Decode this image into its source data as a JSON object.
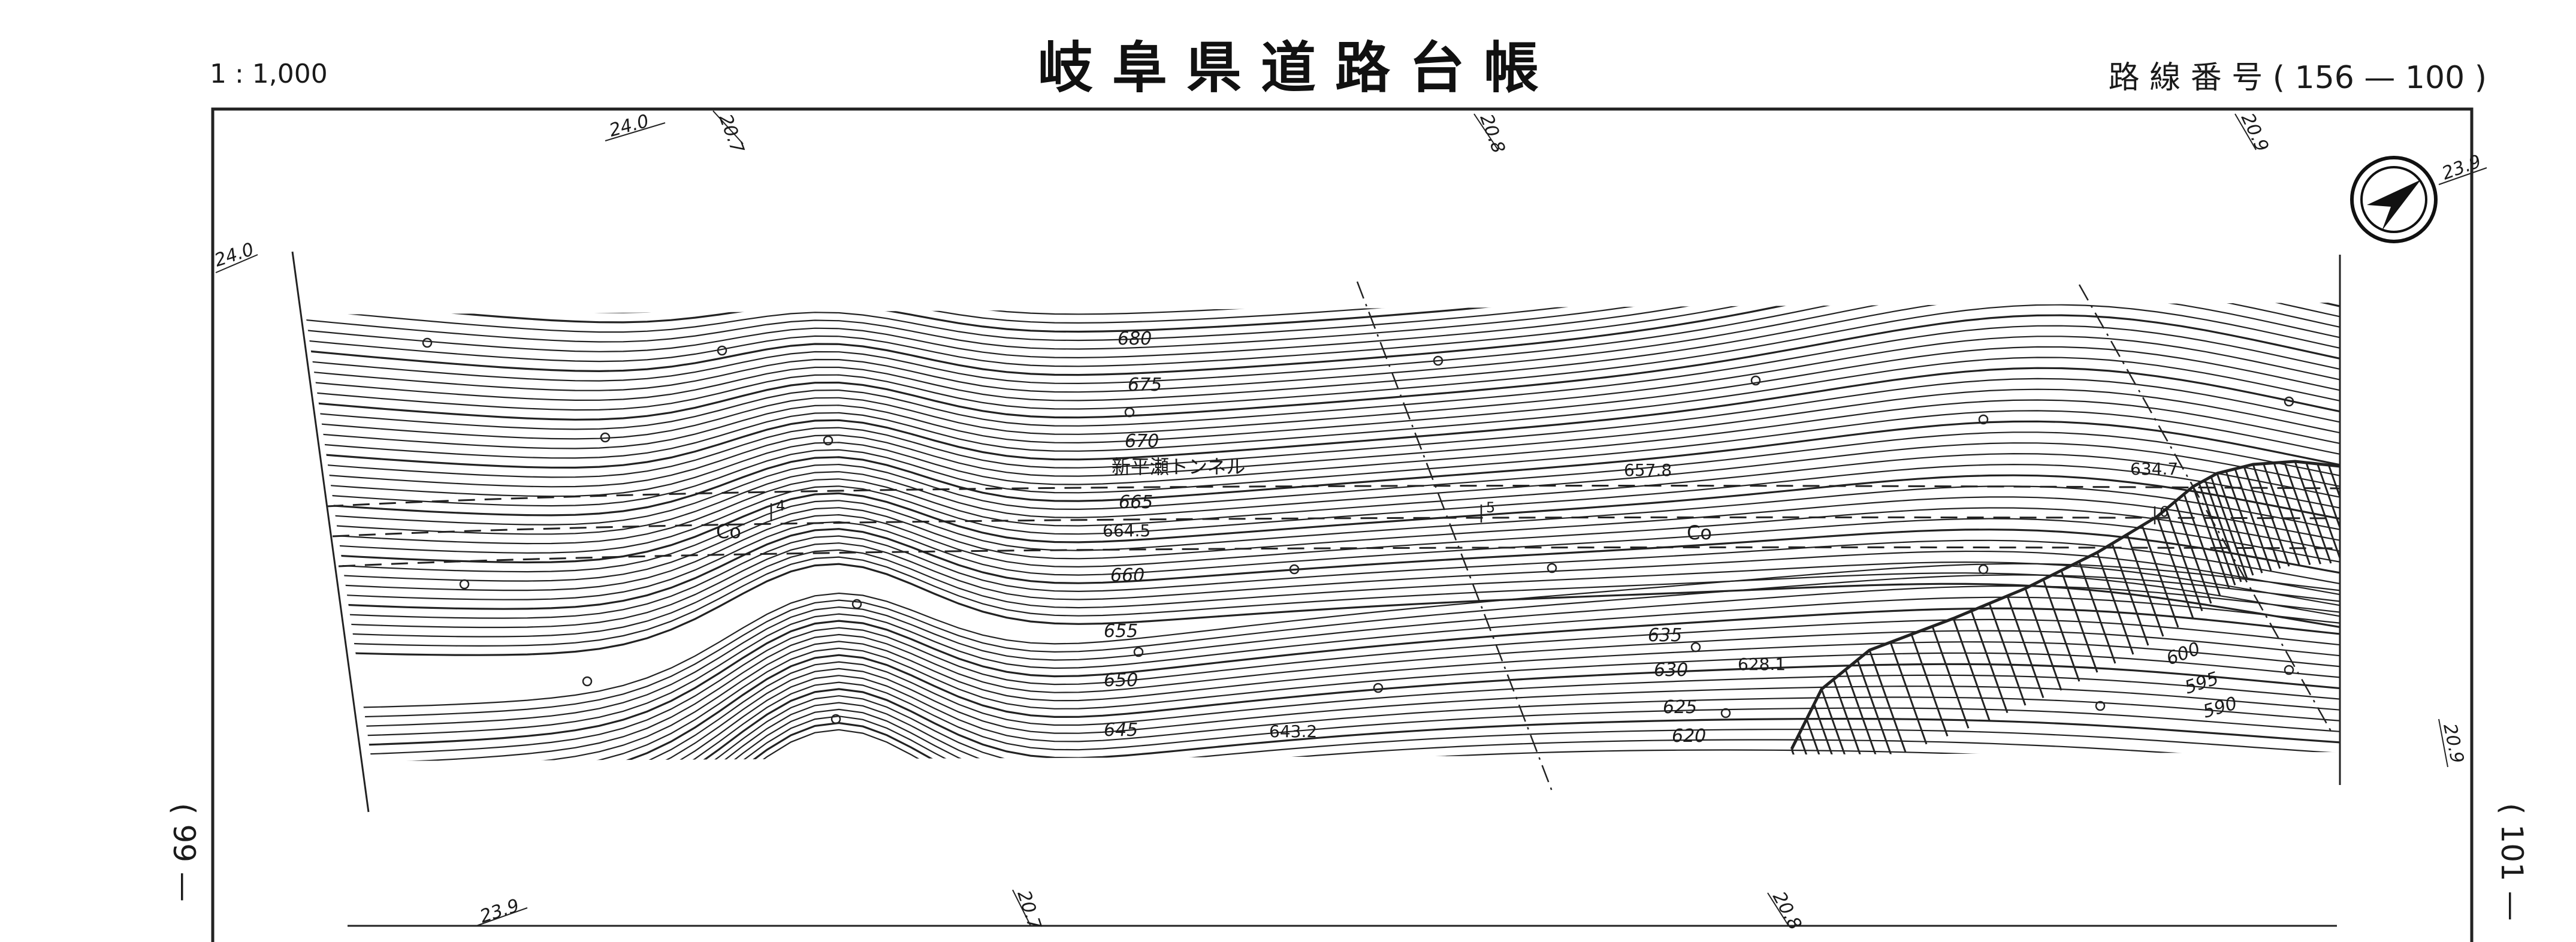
{
  "header": {
    "scale": "1 : 1,000",
    "title": "岐 阜 県 道 路 台 帳",
    "route_number": "路 線 番 号 ( 156 — 100 )"
  },
  "margin": {
    "left_page": "( 99 —",
    "right_page": "( 101 —"
  },
  "map": {
    "tunnel_name": "新平瀬トンネル",
    "pavement_labels": [
      "Co",
      "Co"
    ],
    "station_markers": [
      "4",
      "5",
      "6"
    ],
    "contour_labels": [
      "680",
      "675",
      "670",
      "665",
      "660",
      "655",
      "650",
      "645",
      "635",
      "630",
      "625",
      "620",
      "600",
      "595",
      "590"
    ],
    "spot_heights": [
      "657.8",
      "664.5",
      "643.2",
      "634.7",
      "628.1"
    ],
    "edge_measurements_top": [
      "24.0",
      "20.7",
      "20.8",
      "20.9",
      "23.9",
      "24.0"
    ],
    "edge_measurements_bottom": [
      "23.9",
      "20.7",
      "20.8",
      "20.9"
    ],
    "north_arrow": "north-arrow-icon",
    "line_color": "#222222",
    "background": "#ffffff"
  }
}
